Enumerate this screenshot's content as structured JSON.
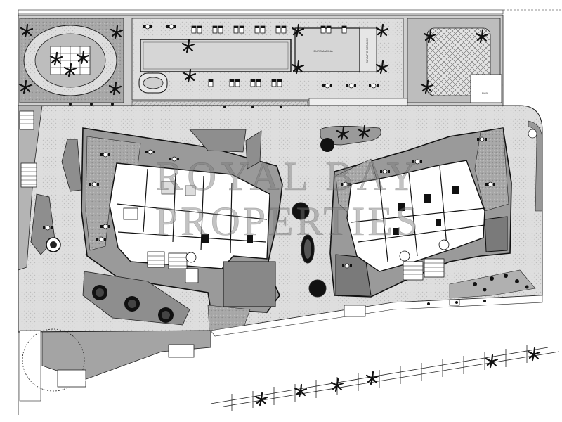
{
  "watermark": {
    "line1": "ROYAL BAY",
    "line2": "PROPERTIES"
  },
  "labels": {
    "pool": "EUROMARINA",
    "kids_pool": "OLYMPIC SEASIDE",
    "corner": "NAB"
  },
  "colors": {
    "paving": "#dcdcdc",
    "lawn": "#9c9c9c",
    "dark_lawn": "#7e7e7e",
    "building": "#ffffff",
    "line": "#222222",
    "pool": "#cfcfcf"
  }
}
